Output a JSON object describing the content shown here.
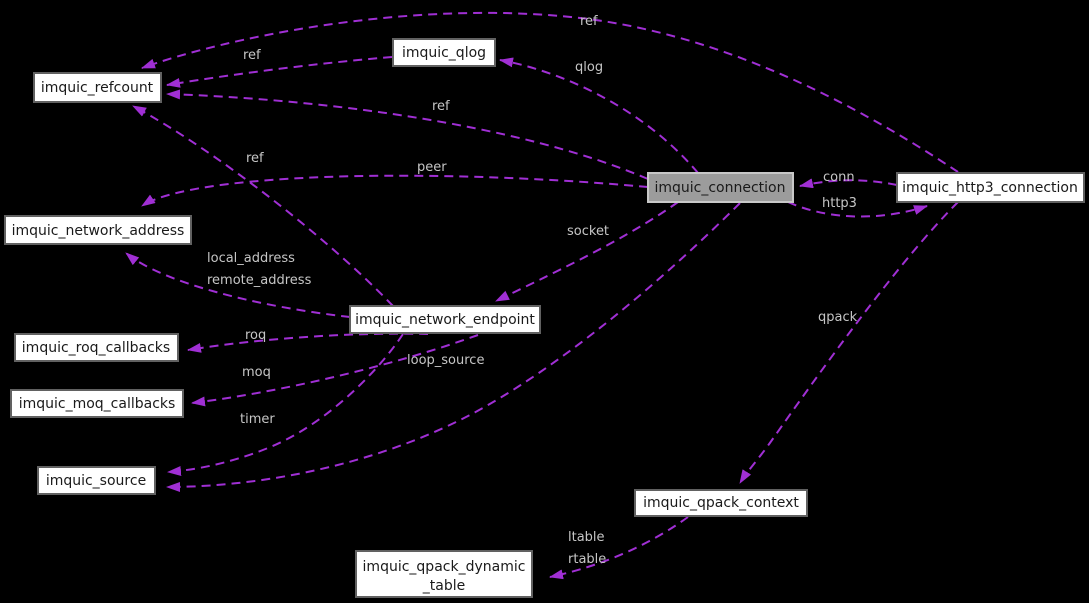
{
  "colors": {
    "background": "#000000",
    "edge_color": "#a02fd4",
    "edge_label_text": "#c6c6c6",
    "node_fill": "#ffffff",
    "node_border": "#616161",
    "node_text": "#1a1a1a",
    "highlighted_node_fill": "#9c9c9c",
    "highlighted_node_border": "#c8c8c8"
  },
  "nodes": [
    {
      "id": "imquic_refcount",
      "label": "imquic_refcount",
      "highlighted": false
    },
    {
      "id": "imquic_qlog",
      "label": "imquic_qlog",
      "highlighted": false
    },
    {
      "id": "imquic_connection",
      "label": "imquic_connection",
      "highlighted": true
    },
    {
      "id": "imquic_http3_connection",
      "label": "imquic_http3_connection",
      "highlighted": false
    },
    {
      "id": "imquic_network_address",
      "label": "imquic_network_address",
      "highlighted": false
    },
    {
      "id": "imquic_network_endpoint",
      "label": "imquic_network_endpoint",
      "highlighted": false
    },
    {
      "id": "imquic_roq_callbacks",
      "label": "imquic_roq_callbacks",
      "highlighted": false
    },
    {
      "id": "imquic_moq_callbacks",
      "label": "imquic_moq_callbacks",
      "highlighted": false
    },
    {
      "id": "imquic_source",
      "label": "imquic_source",
      "highlighted": false
    },
    {
      "id": "imquic_qpack_context",
      "label": "imquic_qpack_context",
      "highlighted": false
    },
    {
      "id": "imquic_qpack_dynamic_table",
      "label_line1": "imquic_qpack_dynamic",
      "label_line2": "_table",
      "highlighted": false
    }
  ],
  "edges": [
    {
      "from": "imquic_http3_connection",
      "to": "imquic_refcount",
      "label": "ref"
    },
    {
      "from": "imquic_qlog",
      "to": "imquic_refcount",
      "label": "ref"
    },
    {
      "from": "imquic_connection",
      "to": "imquic_refcount",
      "label": "ref"
    },
    {
      "from": "imquic_network_endpoint",
      "to": "imquic_refcount",
      "label": "ref"
    },
    {
      "from": "imquic_connection",
      "to": "imquic_qlog",
      "label": "qlog"
    },
    {
      "from": "imquic_http3_connection",
      "to": "imquic_connection",
      "label": "conn"
    },
    {
      "from": "imquic_connection",
      "to": "imquic_http3_connection",
      "label": "http3"
    },
    {
      "from": "imquic_connection",
      "to": "imquic_network_address",
      "label": "peer"
    },
    {
      "from": "imquic_network_endpoint",
      "to": "imquic_network_address",
      "label": "local_address",
      "label2": "remote_address"
    },
    {
      "from": "imquic_connection",
      "to": "imquic_network_endpoint",
      "label": "socket"
    },
    {
      "from": "imquic_network_endpoint",
      "to": "imquic_roq_callbacks",
      "label": "roq"
    },
    {
      "from": "imquic_network_endpoint",
      "to": "imquic_moq_callbacks",
      "label": "moq"
    },
    {
      "from": "imquic_network_endpoint",
      "to": "imquic_source",
      "label": "timer"
    },
    {
      "from": "imquic_connection",
      "to": "imquic_source",
      "label": "loop_source"
    },
    {
      "from": "imquic_http3_connection",
      "to": "imquic_qpack_context",
      "label": "qpack"
    },
    {
      "from": "imquic_qpack_context",
      "to": "imquic_qpack_dynamic_table",
      "label": "ltable",
      "label2": "rtable"
    }
  ]
}
